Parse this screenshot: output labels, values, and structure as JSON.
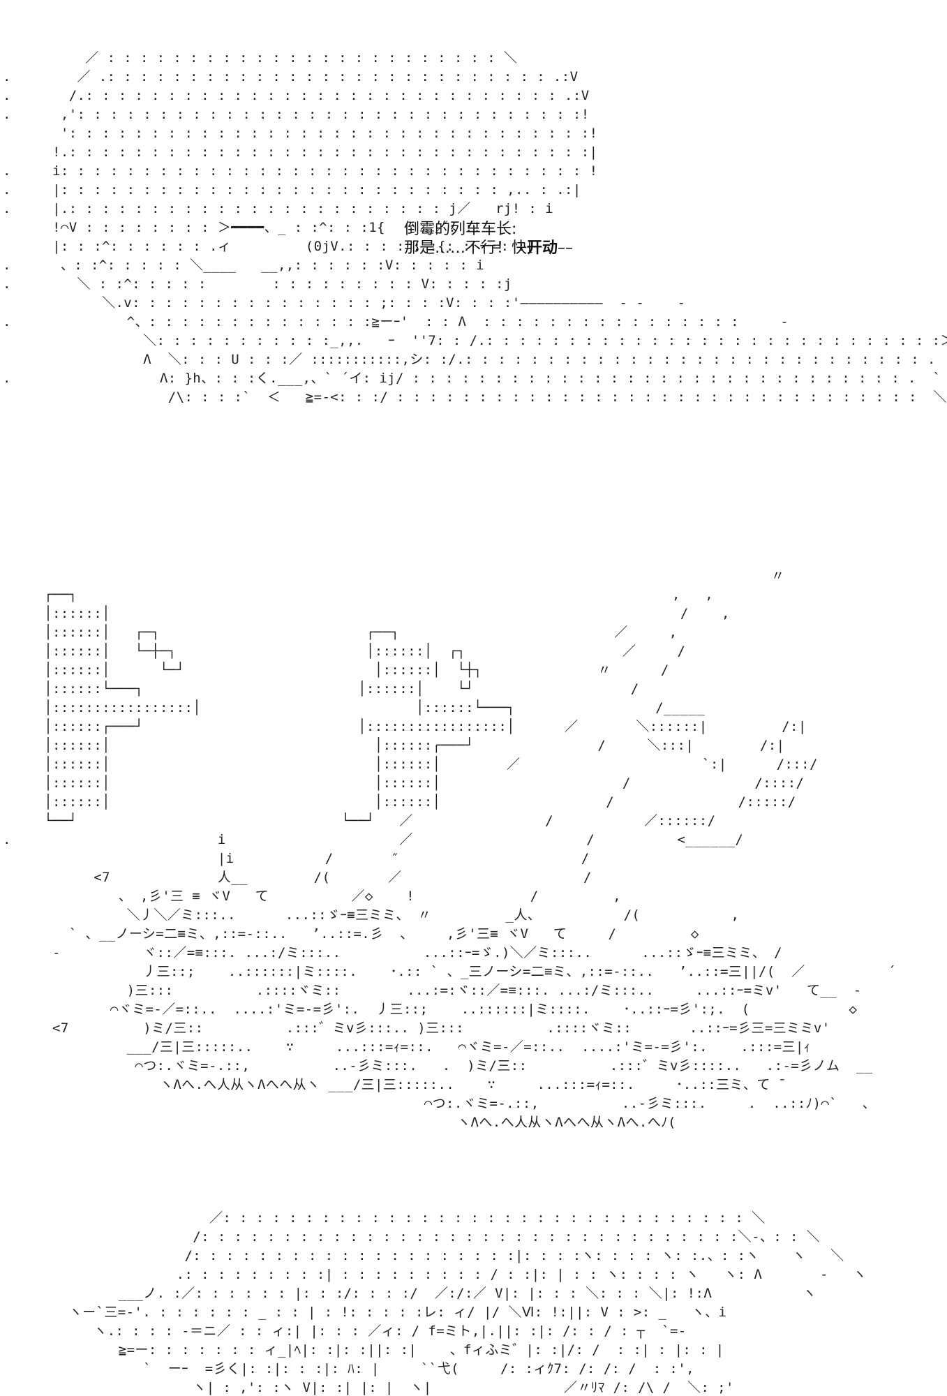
{
  "dialogue": {
    "speaker_line": "倒霉的列车车长:",
    "line_main": "那是……不行！快",
    "line_emphasis": "开动",
    "line_tail": "––"
  },
  "art": {
    "face_top": "          ／ : : : : : : : : : : : : : : : : : : : : : : : : ＼\n.        ／ .: : : : : : : : : : : : : : : : : : : : : : : : : : : .:V\n.       /.: : : : : : : : : : : : : : : : : : : : : : : : : : : : : .:V\n.      ,': : : : : : : : : : : : : : : : : : : : : : : : : : : : : : :!\n       ': : : : : : : : : : : : : : : : : : : : : : : : : : : : : : : :!\n      !.: : : : : : : : : : : : : : : : : : : : : : : : : : : : : : : :|\n.     i: : : : : : : : : : : : : : : : : : : : : : : : : : : : : : : : !\n.     |: : : : : : : : : : : : : : : : : : : : : : : : : : : ,.. : .:|\n.     |.: : : : : : : : : : : : : : : : : : : : : : : j／   rj! : i\n      !⌒V : : : : : : : : ＞━━━━、_ : :^: : :1{      ／: :!\n      |: : :^: : : : : : .ィ         (0jV.: : : : : :{: : ー=: :{\n.      、: :^: : : : : ＼____   __,,: : : : : :V: : : : : i\n.        ＼ : :^: : : : :        : : : : : : : : : V: : : : :j\n            ＼.v: : : : : : : : : : : : : : : ;: : : :V: : : :'——————————  - -    -\n.              ^、: : : : : : : : : : : : : :≧ーｰ'  : : Λ  : : : : : : : : : : : : : : : :     -\n                 ＼: : : : : : : : : : :_,,.   ｰ  ''7: : /.: : : : : : : : : : : : : : : : : : : : : : : : : : : :＞<\n                 Λ  ＼: : : U : : :／ :::::::::::,シ: :/.: : : : : : : : : : : : : : : : : : : : : : : : : : : : .  ` <\n.                  Λ: }h、: : :く.___,、` ´イ: ij/ : : : : : : : : : : : : : : : : : : : : : : : : : : : : : : .  `\n                    /\\: : : :`  ＜   ≧=-<: : :/ : : : : : : : : : : : : : : : : : : : : : : : : : : : : : : : :  ＼",
    "onomatopoeia": "                                                                                             〃\n     ┌──┐                                                                        ,   ,\n     │::::::│                                                                     /    ,\n     │::::::│   ┌─┐                         ┌──┐                          ／     ,\n     │::::::│   └─┼─┐                       │::::::│  ┌┐                   ／     /\n     │::::::│      └─┘                       │::::::│  └┼┐              〃      /\n     │::::::└───┐                          │::::::│    └┘                   /\n     │:::::::::::::::::│                          │::::::└───┐                 /_____\n     │::::::┌───┘                          │:::::::::::::::::│      ／       ＼::::::|         /:|\n     │::::::│                                │::::::┌───┘               /     ＼:::|        /:|\n     │::::::│                                │::::::│        ／                      `:|      /:::/\n     │::::::│                                │::::::│                      /               /::::/\n     │::::::│                                │::::::│                    /               /:::::/\n     └──┘                                └──┘   ／                /           ／::::::/\n.                         i                     ／                     /          <______/\n                          |i           /       ″                      /\n           <7             人__        /(       ／                      /\n              、 ,彡'三 ≡ ヾV   て          ／◇    !              /         ,\n               ＼丿＼／ミ:::..      ...::ゞｰ≡三ミミ、 〃         _人、          /(           ,\n        ` 、__ノーシ=二≡ミ、,::=-::..   ’..::=.彡  、    ,彡'三≡ ヾV   て     /         ◇\n      -          ヾ::／=≡:::. ...:/ミ:::..          ...::ｰ=ゞ.)＼／ミ:::..      ...::ゞｰ≡三ミミ、 /\n                 丿三::;    ..::::::|ミ::::.    ･.:: ` 、_三ノーシ=二≡ミ、,::=-::..   ’..::=三||/(  ／          ´\n               )三:::          .::::ヾミ::        ...:=:ヾ::／=≡:::. ...:/ミ:::..     ...::ｰ=ミv'   て__  -\n             ⌒ヾミ=-／=::..  ....:'ミ=-=彡':.  丿三::;    ..::::::|ミ::::.    ･..::ｰ=彡':;.  (            ◇\n      <7         )ミ/三::          .:::゛ミv彡:::.. )三:::          .::::ヾミ::       ..::ｰ=彡三=三ミミv'\n               ___/三|三:::::..    ∵     ...:::=ｨ=::.   ⌒ヾミ=-／=::..  ....:'ミ=-=彡':.    .:::=三|ｨ\n                ⌒つ:.ヾミ=-.::,          ..-彡ミ:::.   .  )ミ/三::          .:::゛ミv彡::::..   .:-=彡ノム  __\n                   ヽΛへ.へ人从ヽΛへへ从ヽ ___/三|三:::::..    ∵     ...:::=ｨ=::.     ･..::三ミ、て ̄\n                                                   ⌒つ:.ヾミ=-.::,          ..-彡ミ:::.     .  ..::ﾉ)⌒`   、\n                                                       ヽΛへ.へ人从ヽΛへへ从ヽΛへ.へﾉ(",
    "face_bottom": "                         ／: : : : : : : : : : : : : : : : : : : : : : : : : : : : : : : : ＼\n                       /: : : : : : : : : : : : : : : : : : : : : : : : : : : : : : : : :＼-、: : ＼\n                      /: : : : : : : : : : : : : : : : : : : :|: : : :ヽ: : : : ヽ: :.、: :ヽ    ヽ   ＼\n                     .: : : : : : : : :| : : : : : : : : : / : :|: | : : ヽ: : : : ヽ   ヽ: Λ       -   ヽ\n              ___ノ. :／: : : : : : |: : :/: : : :/  ／:/:／ V|: |: : : ＼: : : ＼|: !:Λ           ヽ\n        ヽー`三=-'. : : : : : : _ : : | : !: : : : :レ: ィ/ |/ ＼Ⅵ: !:||: V : >: _   ヽ、i\n           ヽ.: : : : -＝ニ／ : : ィ:| |: : : ／ィ: / f=ミト,|.||: :|: /: : / : ┬  `=-\n              ≧=ー: : : : : : : ィ_|ﾍ|: :|: :||: :|    、fィふミ゛|: :|/: /  : :| : |: : |\n                 `  ーｰ  =彡く|: :|: : :|: ﾊ: |     ``弋(     /: :ィｸ7: /: /: /  : :',\n                       ヽ| : ,': :ヽ V|: :| |: |  ヽ|                ／〃ﾘﾏ /: /\\ /  ＼: ;'"
  }
}
